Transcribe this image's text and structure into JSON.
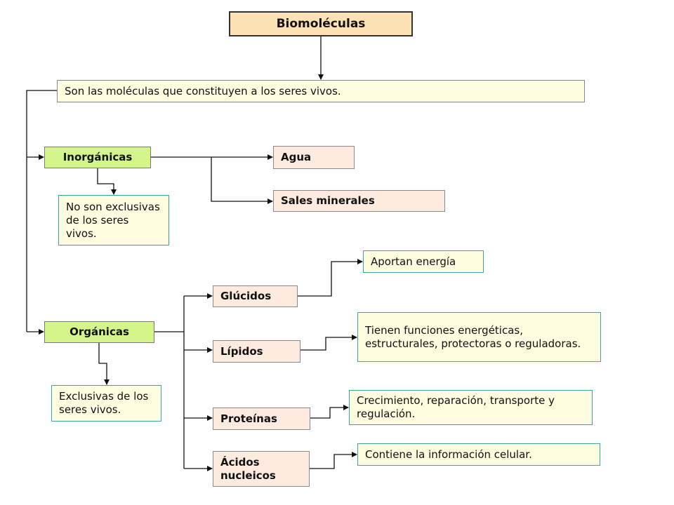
{
  "root": "Biomoléculas",
  "definition": "Son las moléculas que constituyen a los seres vivos.",
  "inorganicas": {
    "label": "Inorgánicas",
    "note": "No son exclusivas de los seres vivos.",
    "children": [
      "Agua",
      "Sales minerales"
    ]
  },
  "organicas": {
    "label": "Orgánicas",
    "note": "Exclusivas de los seres vivos.",
    "children": [
      {
        "label": "Glúcidos",
        "desc": "Aportan energía"
      },
      {
        "label": "Lípidos",
        "desc": "Tienen funciones energéticas, estructurales, protectoras o reguladoras."
      },
      {
        "label": "Proteínas",
        "desc": "Crecimiento, reparación, transporte y regulación."
      },
      {
        "label": "Ácidos nucleicos",
        "desc": "Contiene la información celular."
      }
    ]
  },
  "colors": {
    "root_fill": "#fde2b6",
    "definition_fill": "#fffde0",
    "category_fill": "#d4f58a",
    "item_fill": "#fdebe0",
    "note_border": "#3aa7a7",
    "line": "#111111"
  }
}
